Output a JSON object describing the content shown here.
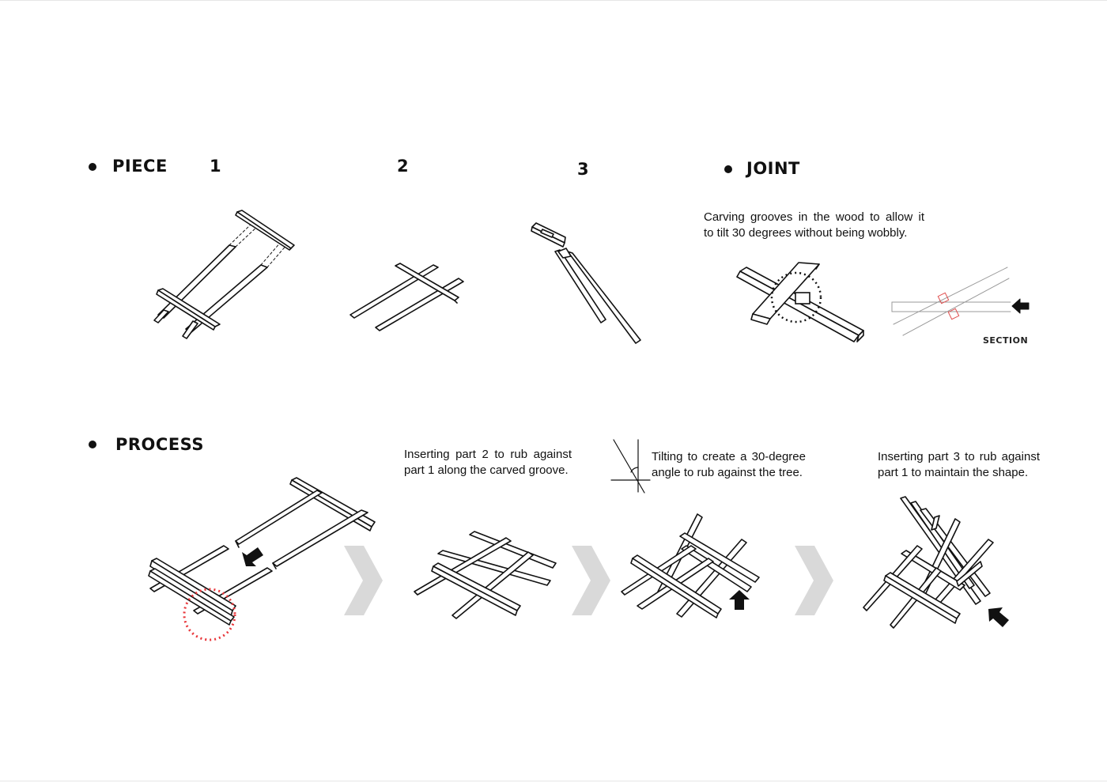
{
  "piece": {
    "heading": "PIECE",
    "numbers": [
      "1",
      "2",
      "3"
    ]
  },
  "joint": {
    "heading": "JOINT",
    "caption_line1": "Carving grooves in the wood to allow it",
    "caption_line2": "to tilt 30 degrees without being wobbly.",
    "section_label": "SECTION"
  },
  "process": {
    "heading": "PROCESS",
    "steps": [
      {
        "line1": "Inserting part 2 to rub against",
        "line2": "part 1 along the carved groove."
      },
      {
        "line1": "Tilting to create a 30-degree",
        "line2": "angle to rub against the tree."
      },
      {
        "line1": "Inserting part 3 to rub against",
        "line2": "part 1 to maintain the shape."
      }
    ]
  },
  "colors": {
    "ink": "#111111",
    "chevron": "#d9d9d9",
    "highlight_circle": "#e8363a",
    "groove_mark": "#e05050"
  }
}
